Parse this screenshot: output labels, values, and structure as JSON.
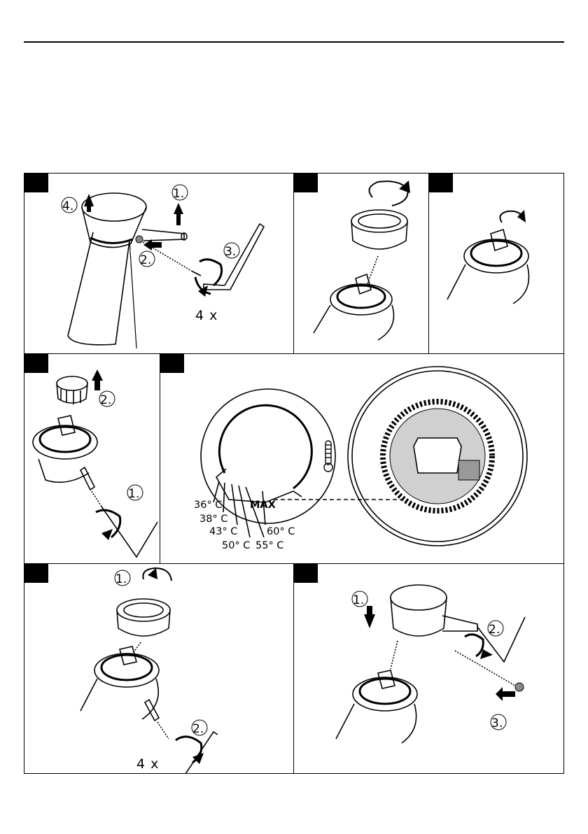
{
  "steps": {
    "panel1": {
      "s1": "1.",
      "s2": "2.",
      "s3": "3.",
      "s4": "4.",
      "count": "4 x"
    },
    "panel4": {
      "s1": "1.",
      "s2": "2."
    },
    "panel5": {
      "temperatures": [
        "36° C",
        "38° C",
        "43° C",
        "50° C",
        "55° C",
        "60° C"
      ],
      "max_label": "MAX"
    },
    "panel6": {
      "s1": "1.",
      "s2": "2.",
      "count": "4 x"
    },
    "panel7": {
      "s1": "1.",
      "s2": "2.",
      "s3": "3."
    }
  },
  "icons": {
    "arrow": "arrow-icon",
    "rotate": "rotate-arrow-icon",
    "thermometer": "thermometer-icon",
    "hex_key": "hex-key-icon"
  }
}
